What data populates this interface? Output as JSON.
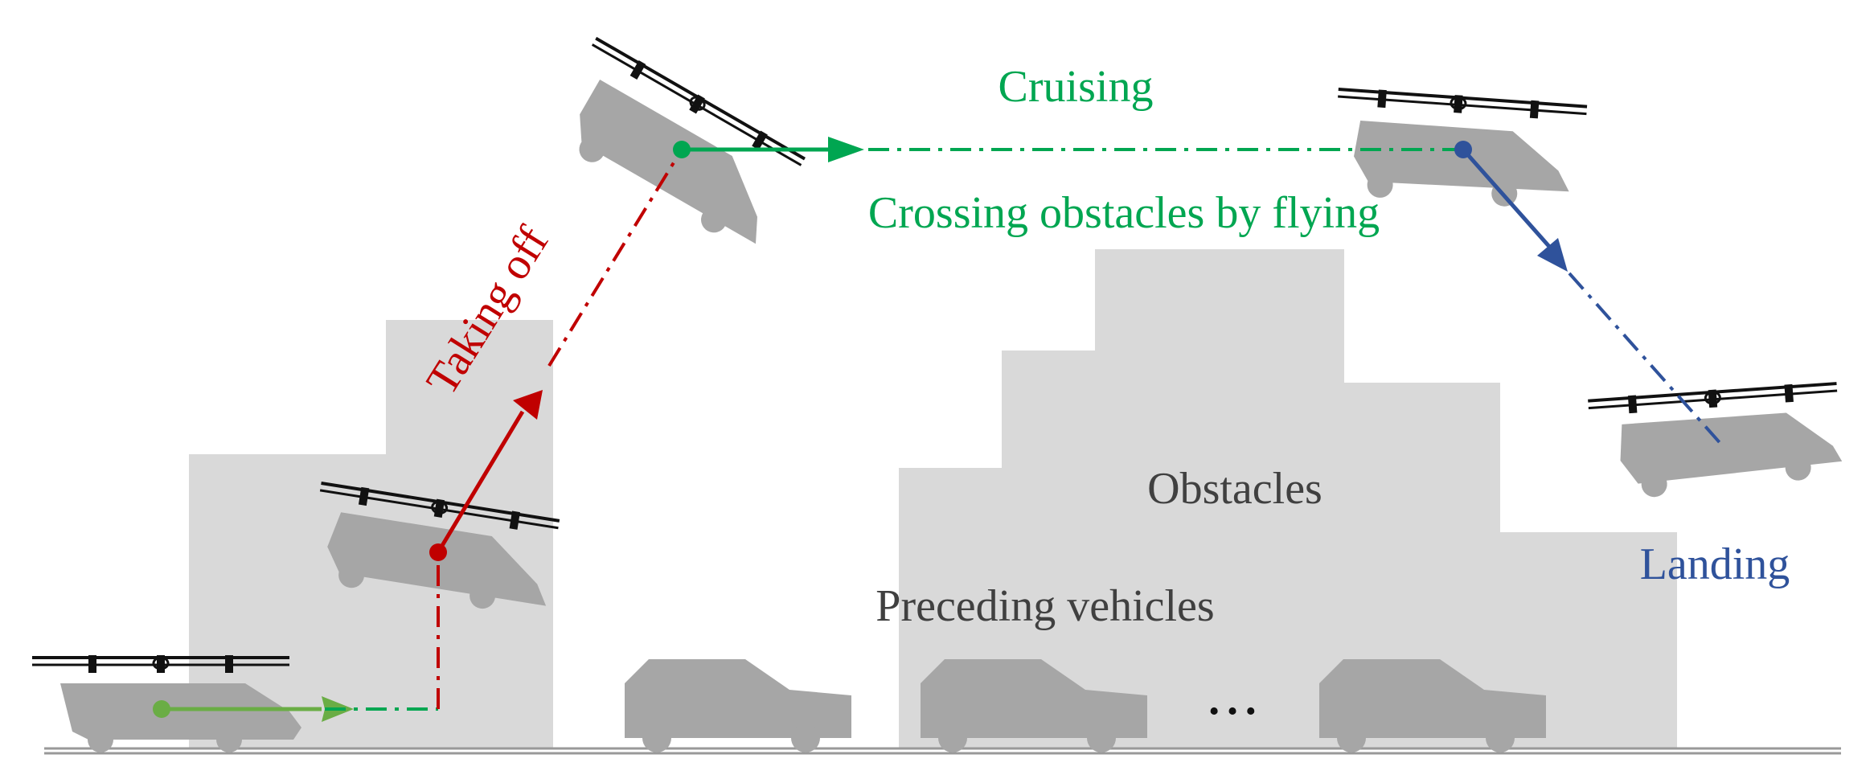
{
  "labels": {
    "cruising": "Cruising",
    "crossing": "Crossing obstacles by flying",
    "taking_off": "Taking off",
    "obstacles": "Obstacles",
    "preceding": "Preceding vehicles",
    "landing": "Landing",
    "ellipsis": "• • •"
  },
  "colors": {
    "ground_driving": "#6aad45",
    "taking_off": "#c00000",
    "cruising": "#00a651",
    "landing": "#2f529b",
    "obstacle_fill": "#d9d9d9",
    "vehicle_fill": "#a6a6a6",
    "text_dark": "#404040",
    "rotor": "#111111"
  },
  "icons": [
    "flying-car-icon",
    "car-icon",
    "rotor-icon",
    "arrow-icon"
  ]
}
